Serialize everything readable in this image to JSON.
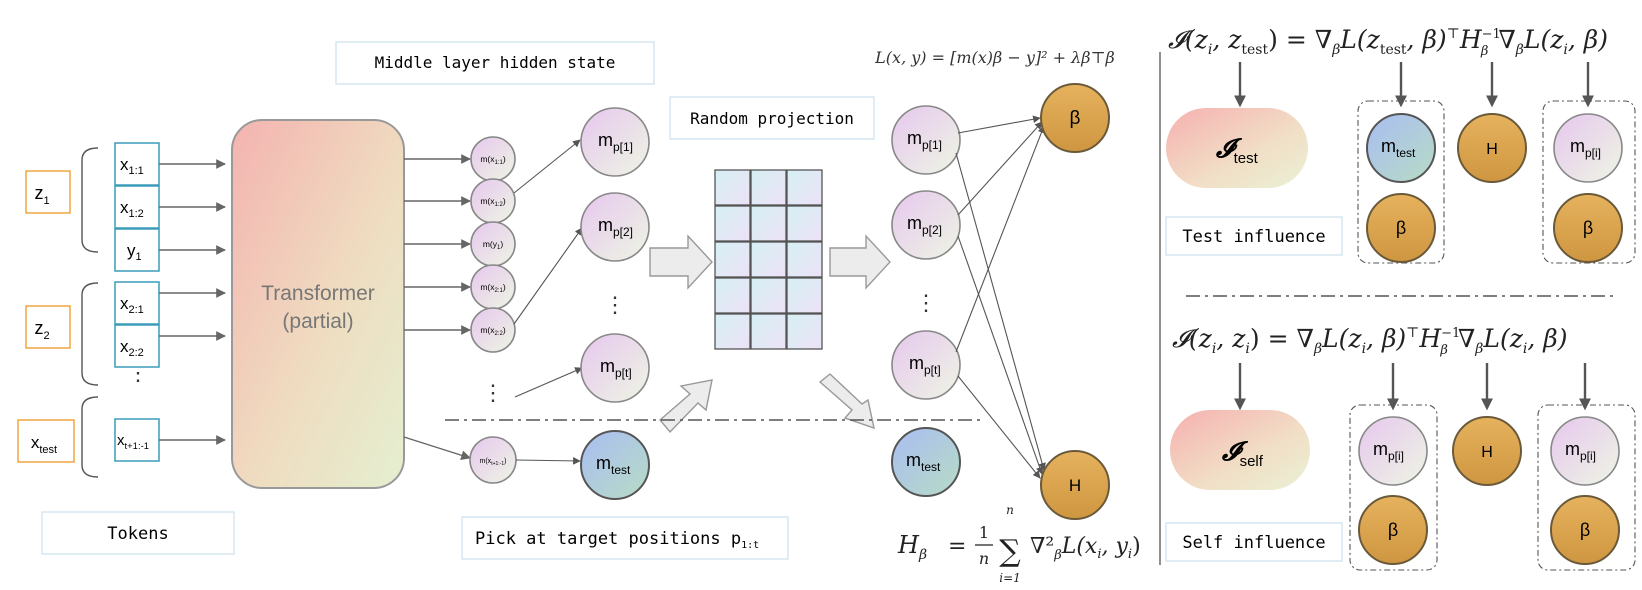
{
  "labels": {
    "middle_layer": "Middle layer hidden state",
    "random_projection": "Random projection",
    "tokens": "Tokens",
    "pick_prefix": "Pick at target positions p",
    "pick_sub": "1:t",
    "test_influence": "Test influence",
    "self_influence": "Self influence"
  },
  "groups": [
    {
      "z": "z",
      "z_sub": "1"
    },
    {
      "z": "z",
      "z_sub": "2"
    },
    {
      "z": "x",
      "z_sub": "test"
    }
  ],
  "tokens": [
    {
      "base": "x",
      "sub": "1:1"
    },
    {
      "base": "x",
      "sub": "1:2"
    },
    {
      "base": "y",
      "sub": "1"
    },
    {
      "base": "x",
      "sub": "2:1"
    },
    {
      "base": "x",
      "sub": "2:2"
    },
    {
      "base": "x",
      "sub": "t+1:-1"
    }
  ],
  "transformer": {
    "line1": "Transformer",
    "line2": "(partial)"
  },
  "hidden_states": [
    {
      "pre": "m(x",
      "sub": "1:1",
      "post": ")"
    },
    {
      "pre": "m(x",
      "sub": "1:2",
      "post": ")"
    },
    {
      "pre": "m(y",
      "sub": "1",
      "post": ")"
    },
    {
      "pre": "m(x",
      "sub": "2:1",
      "post": ")"
    },
    {
      "pre": "m(x",
      "sub": "2:2",
      "post": ")"
    },
    {
      "pre": "m(x",
      "sub": "t+1:-1",
      "post": ")"
    }
  ],
  "picked": [
    {
      "base": "m",
      "sub": "p[1]"
    },
    {
      "base": "m",
      "sub": "p[2]"
    },
    {
      "base": "m",
      "sub": "p[t]"
    },
    {
      "base": "m",
      "sub": "test"
    }
  ],
  "projected": [
    {
      "base": "m",
      "sub": "p[1]"
    },
    {
      "base": "m",
      "sub": "p[2]"
    },
    {
      "base": "m",
      "sub": "p[t]"
    },
    {
      "base": "m",
      "sub": "test"
    }
  ],
  "symbols": {
    "beta": "β",
    "H": "H",
    "ellipsis_v": "⋮"
  },
  "formulas": {
    "loss": "L(x, y) = [m(x)β − y]² + λβ⊤β",
    "hessian_lhs": "H",
    "hessian_sub": "β",
    "hessian_eq": "=",
    "hessian_frac_num": "1",
    "hessian_frac_den": "n",
    "hessian_sum": "∑",
    "hessian_sum_top": "n",
    "hessian_sum_bottom": "i=1",
    "hessian_rest": "∇²",
    "hessian_rest_sub": "β",
    "hessian_tail": "L(x",
    "hessian_tail_i": "i",
    "hessian_tail_mid": ", y",
    "hessian_tail_end": ")",
    "test_influence_eq": "𝓘(z",
    "self_influence_eq": "𝓘(z"
  },
  "right_panel": {
    "test": {
      "pill_sym": "𝓘",
      "pill_sub": "test",
      "node_a_base": "m",
      "node_a_sub": "test",
      "node_h": "H",
      "node_b_base": "m",
      "node_b_sub": "p[i]"
    },
    "self": {
      "pill_sym": "𝓘",
      "pill_sub": "self",
      "node_a_base": "m",
      "node_a_sub": "p[i]",
      "node_h": "H",
      "node_b_base": "m",
      "node_b_sub": "p[i]"
    }
  },
  "colors": {
    "z_border": "#f0a030",
    "token_border": "#3a9bb8",
    "beta_fill": "#d9a24a",
    "label_border": "#cfe3ef"
  }
}
